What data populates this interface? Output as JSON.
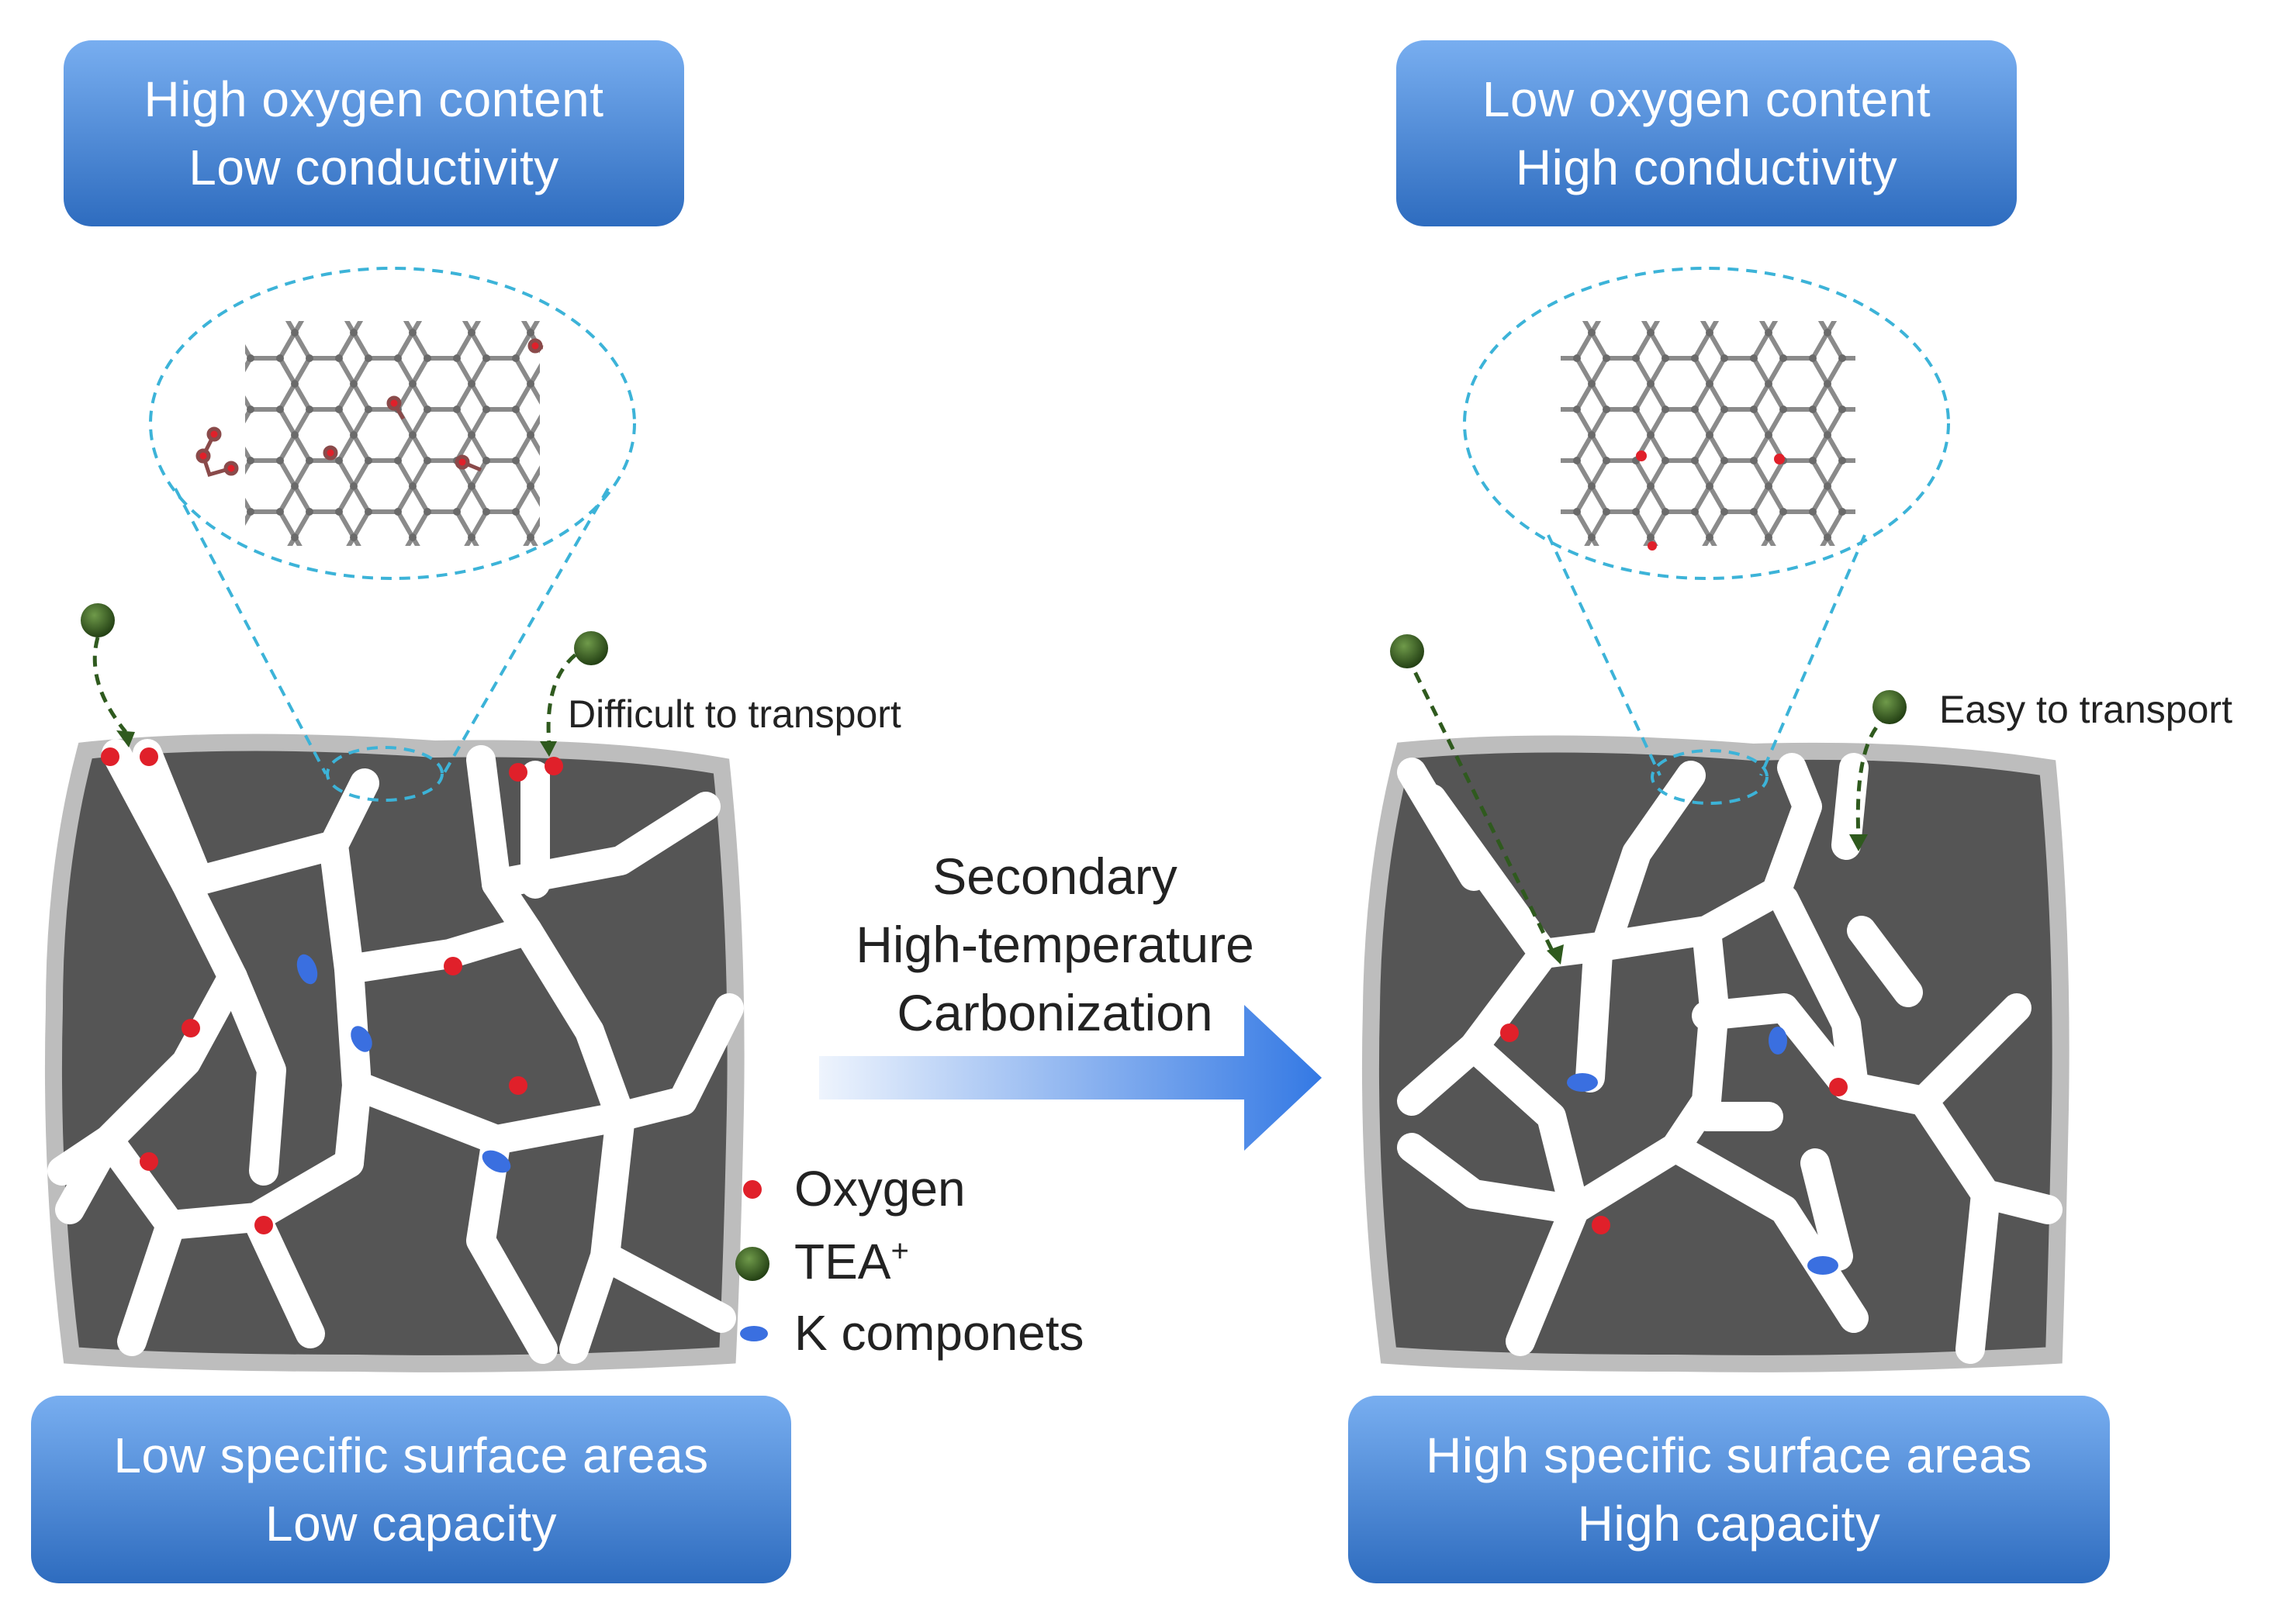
{
  "left_panel": {
    "top_label": {
      "line1": "High oxygen content",
      "line2": "Low conductivity"
    },
    "bottom_label": {
      "line1": "Low specific surface areas",
      "line2": "Low capacity"
    },
    "transport_note": "Difficult to transport"
  },
  "right_panel": {
    "top_label": {
      "line1": "Low oxygen content",
      "line2": "High conductivity"
    },
    "bottom_label": {
      "line1": "High specific surface areas",
      "line2": "High capacity"
    },
    "transport_note": "Easy to transport"
  },
  "process": {
    "line1": "Secondary",
    "line2": "High-temperature",
    "line3": "Carbonization"
  },
  "legend": {
    "oxygen": "Oxygen",
    "tea_base": "TEA",
    "tea_sup": "+",
    "k": "K componets"
  },
  "colors": {
    "label_bg_top": "#6ea8e8",
    "label_bg_bottom": "#2f6fc0",
    "block_fill": "#555555",
    "block_border": "#bdbdbd",
    "pore": "#ffffff",
    "oxygen": "#e0202a",
    "tea": "#2f5a1e",
    "k_component": "#3a6fe0",
    "zoom_line": "#3cb3d8",
    "arrow_start": "#e8f1fc",
    "arrow_end": "#3a7fe6",
    "lattice": "#8a8a8a"
  }
}
